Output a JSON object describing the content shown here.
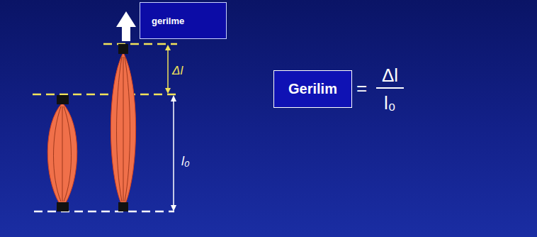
{
  "diagram": {
    "nodes": [
      {
        "text": [
          "gerilme"
        ]
      },
      {
        "text": [
          "Gerilim"
        ]
      }
    ],
    "labels": [
      "Δl",
      "l₀",
      "=",
      "Δl",
      "l₀"
    ]
  }
}
